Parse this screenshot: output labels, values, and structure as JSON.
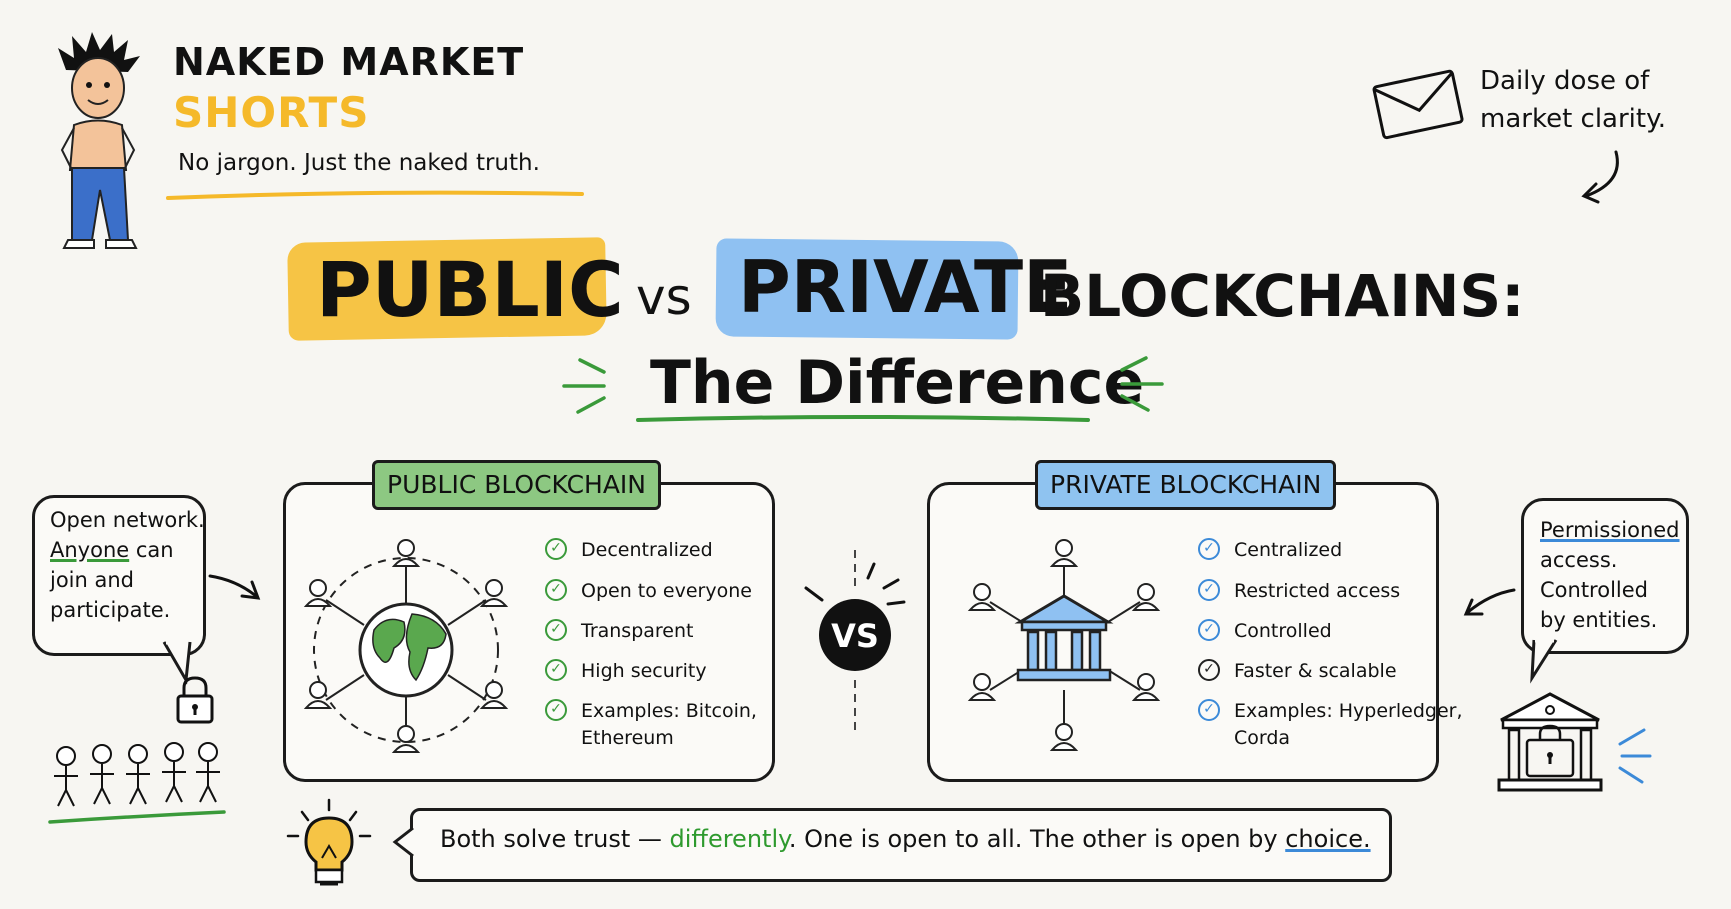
{
  "header": {
    "brand_line1": "NAKED MARKET",
    "brand_line2": "SHORTS",
    "tagline": "No jargon. Just the naked truth.",
    "daily_line1": "Daily dose of",
    "daily_line2": "market clarity.",
    "envelope_icon": "envelope-icon",
    "mascot": "mascot-boy-icon"
  },
  "title": {
    "word_public": "PUBLIC",
    "word_vs": "vs",
    "word_private": "PRIVATE",
    "word_blockchains": "BLOCKCHAINS:",
    "subtitle": "The Difference"
  },
  "public_panel": {
    "label": "PUBLIC BLOCKCHAIN",
    "features": [
      "Decentralized",
      "Open to everyone",
      "Transparent",
      "High security",
      "Examples: Bitcoin,",
      "Ethereum"
    ],
    "icon": "globe-network-icon"
  },
  "private_panel": {
    "label": "PRIVATE BLOCKCHAIN",
    "features": [
      "Centralized",
      "Restricted access",
      "Controlled",
      "Faster & scalable",
      "Examples: Hyperledger,",
      "Corda"
    ],
    "icon": "bank-network-icon"
  },
  "vs_badge": "VS",
  "left_note": {
    "line1": "Open network.",
    "line2_word": "Anyone",
    "line2_rest": " can",
    "line3": "join and",
    "line4": "participate."
  },
  "right_note": {
    "line1": "Permissioned",
    "line2": "access.",
    "line3": "Controlled",
    "line4": "by entities."
  },
  "bottom": {
    "part1": "Both solve trust — ",
    "part2": "differently",
    "part3": ". One is open to all. The other is open by ",
    "part4": "choice."
  },
  "colors": {
    "yellow": "#f6c445",
    "blue": "#8fc1f2",
    "green": "#8dc882",
    "background": "#f7f6f2"
  }
}
